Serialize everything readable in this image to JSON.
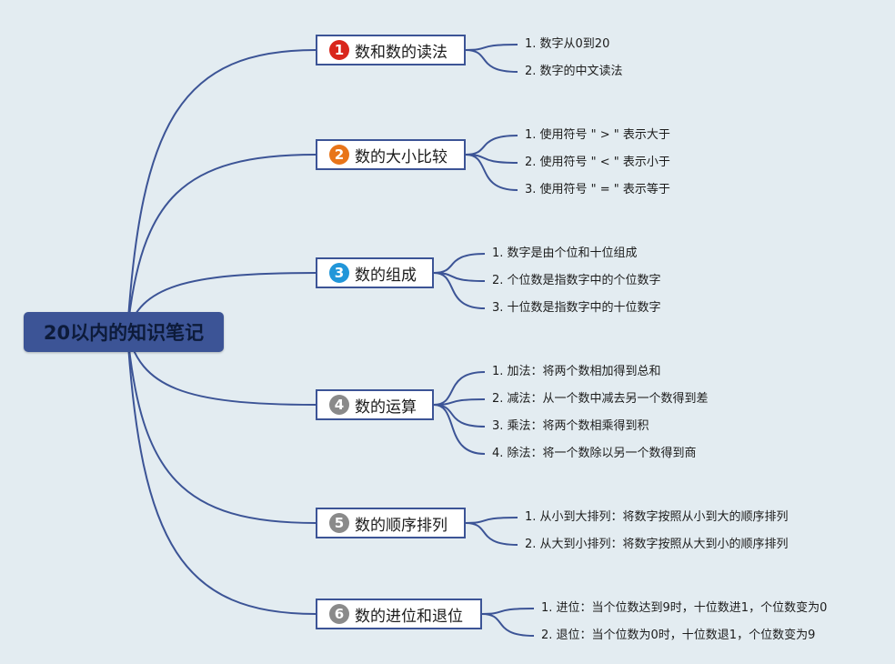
{
  "root": {
    "label": "20以内的知识笔记"
  },
  "branches": [
    {
      "num": "1",
      "badge_color": "#d9261c",
      "label": "数和数的读法",
      "items": [
        "1. 数字从0到20",
        "2. 数字的中文读法"
      ]
    },
    {
      "num": "2",
      "badge_color": "#e8751a",
      "label": "数的大小比较",
      "items": [
        "1. 使用符号 \" > \" 表示大于",
        "2. 使用符号 \" < \" 表示小于",
        "3. 使用符号 \" = \" 表示等于"
      ]
    },
    {
      "num": "3",
      "badge_color": "#2196d9",
      "label": "数的组成",
      "items": [
        "1. 数字是由个位和十位组成",
        "2. 个位数是指数字中的个位数字",
        "3. 十位数是指数字中的十位数字"
      ]
    },
    {
      "num": "4",
      "badge_color": "#8a8a8a",
      "label": "数的运算",
      "items": [
        "1. 加法：将两个数相加得到总和",
        "2. 减法：从一个数中减去另一个数得到差",
        "3. 乘法：将两个数相乘得到积",
        "4. 除法：将一个数除以另一个数得到商"
      ]
    },
    {
      "num": "5",
      "badge_color": "#8a8a8a",
      "label": "数的顺序排列",
      "items": [
        "1. 从小到大排列：将数字按照从小到大的顺序排列",
        "2. 从大到小排列：将数字按照从大到小的顺序排列"
      ]
    },
    {
      "num": "6",
      "badge_color": "#8a8a8a",
      "label": "数的进位和退位",
      "items": [
        "1. 进位：当个位数达到9时，十位数进1，个位数变为0",
        "2. 退位：当个位数为0时，十位数退1，个位数变为9"
      ]
    }
  ]
}
